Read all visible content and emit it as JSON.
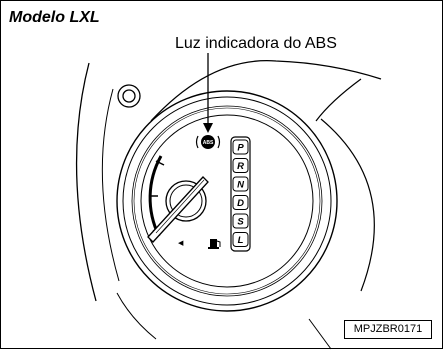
{
  "title": "Modelo LXL",
  "callout": "Luz indicadora do ABS",
  "figure_code": "MPJZBR0171",
  "abs_icon_text": "ABS",
  "gears": [
    "P",
    "R",
    "N",
    "D",
    "S",
    "L"
  ]
}
